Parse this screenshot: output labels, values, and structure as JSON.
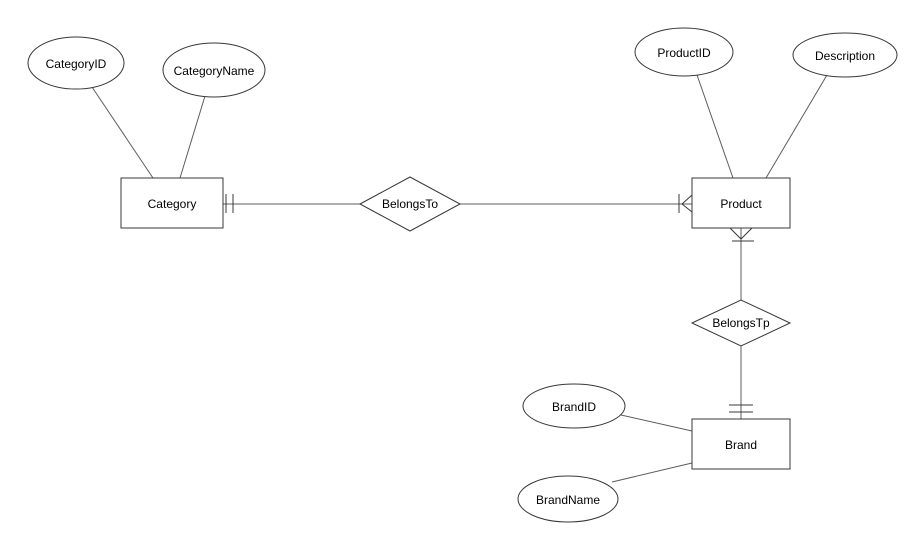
{
  "diagram": {
    "type": "entity-relationship-diagram",
    "entities": [
      {
        "id": "category",
        "label": "Category"
      },
      {
        "id": "product",
        "label": "Product"
      },
      {
        "id": "brand",
        "label": "Brand"
      }
    ],
    "attributes": [
      {
        "id": "category-id",
        "label": "CategoryID",
        "entity": "Category"
      },
      {
        "id": "category-name",
        "label": "CategoryName",
        "entity": "Category"
      },
      {
        "id": "product-id",
        "label": "ProductID",
        "entity": "Product"
      },
      {
        "id": "description",
        "label": "Description",
        "entity": "Product"
      },
      {
        "id": "brand-id",
        "label": "BrandID",
        "entity": "Brand"
      },
      {
        "id": "brand-name",
        "label": "BrandName",
        "entity": "Brand"
      }
    ],
    "relationships": [
      {
        "id": "belongs-to",
        "label": "BelongsTo",
        "from": "Category",
        "to": "Product",
        "from_cardinality": "one-and-only-one",
        "to_cardinality": "one-or-many"
      },
      {
        "id": "belongs-tp",
        "label": "BelongsTp",
        "from": "Product",
        "to": "Brand",
        "from_cardinality": "one-or-many",
        "to_cardinality": "one-and-only-one"
      }
    ],
    "colors": {
      "background": "#ffffff",
      "shape_fill": "#ffffff",
      "stroke": "#383838",
      "text": "#000000"
    }
  }
}
